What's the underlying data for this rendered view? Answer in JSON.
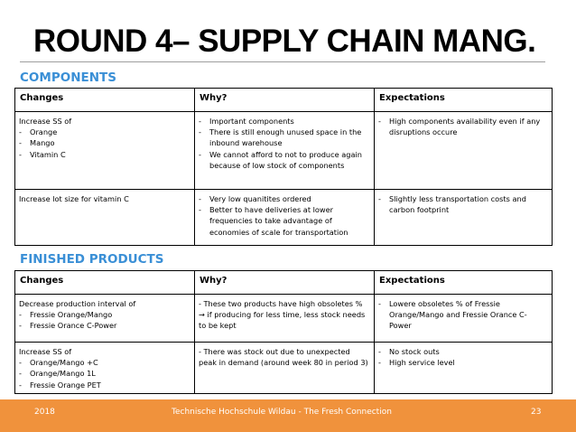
{
  "title": "ROUND 4– SUPPLY CHAIN MANG.",
  "components": {
    "heading": "COMPONENTS",
    "headers": [
      "Changes",
      "Why?",
      "Expectations"
    ],
    "rows": [
      {
        "change_title": "Increase SS of",
        "change_items": [
          "Orange",
          "Mango",
          "Vitamin C"
        ],
        "why_items": [
          "Important components",
          "There is still enough unused space in the inbound warehouse",
          "We cannot afford to not to produce again because of low stock of components"
        ],
        "expect_items": [
          "High components availability even if any disruptions occure"
        ]
      },
      {
        "change_title": "Increase lot size for vitamin C",
        "change_items": [],
        "why_items": [
          "Very low quanitites ordered",
          "Better to have deliveries at lower frequencies to take advantage of economies of scale for transportation"
        ],
        "expect_items": [
          "Slightly less transportation costs and carbon footprint"
        ]
      }
    ]
  },
  "finished": {
    "heading": "FINISHED PRODUCTS",
    "headers": [
      "Changes",
      "Why?",
      "Expectations"
    ],
    "rows": [
      {
        "change_title": "Decrease production interval of",
        "change_items": [
          "Fressie Orange/Mango",
          "Fressie Orance C-Power"
        ],
        "why_text": "- These two products have high obsoletes % → if producing for less time, less stock needs to be kept",
        "expect_items": [
          "Lowere obsoletes % of Fressie Orange/Mango and Fressie Orance C-Power"
        ]
      },
      {
        "change_title": "Increase SS of",
        "change_items": [
          "Orange/Mango +C",
          "Orange/Mango 1L",
          "Fressie Orange PET"
        ],
        "why_text": "- There was stock out due to unexpected peak in demand (around week 80 in period 3)",
        "expect_items": [
          "No stock outs",
          "High service level"
        ]
      }
    ]
  },
  "footer": {
    "year": "2018",
    "center": "Technische Hochschule Wildau - The Fresh Connection",
    "page": "23"
  }
}
